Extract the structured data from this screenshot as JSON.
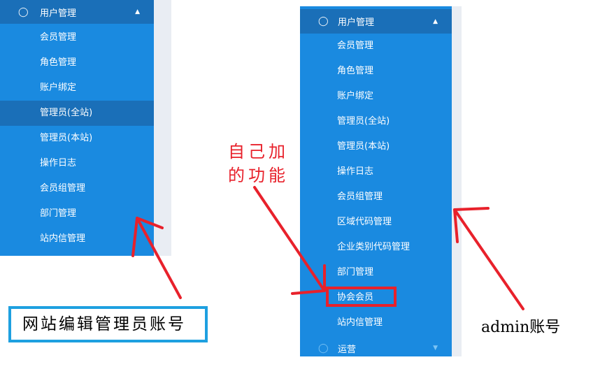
{
  "left_menu": {
    "header": "用户管理",
    "items": [
      "会员管理",
      "角色管理",
      "账户绑定",
      "管理员(全站)",
      "管理员(本站)",
      "操作日志",
      "会员组管理",
      "部门管理",
      "站内信管理"
    ]
  },
  "right_menu": {
    "header": "用户管理",
    "items": [
      "会员管理",
      "角色管理",
      "账户绑定",
      "管理员(全站)",
      "管理员(本站)",
      "操作日志",
      "会员组管理",
      "区域代码管理",
      "企业类别代码管理",
      "部门管理",
      "协会会员",
      "站内信管理"
    ],
    "next_section": "运营"
  },
  "annotations": {
    "left_label": "网站编辑管理员账号",
    "middle_line1": "自己加",
    "middle_line2": "的功能",
    "right_label": "admin账号"
  },
  "colors": {
    "menu": "#1a8ae0",
    "header": "#1a6fb8",
    "red": "#e8212b",
    "blue_box": "#1ea0e0"
  }
}
